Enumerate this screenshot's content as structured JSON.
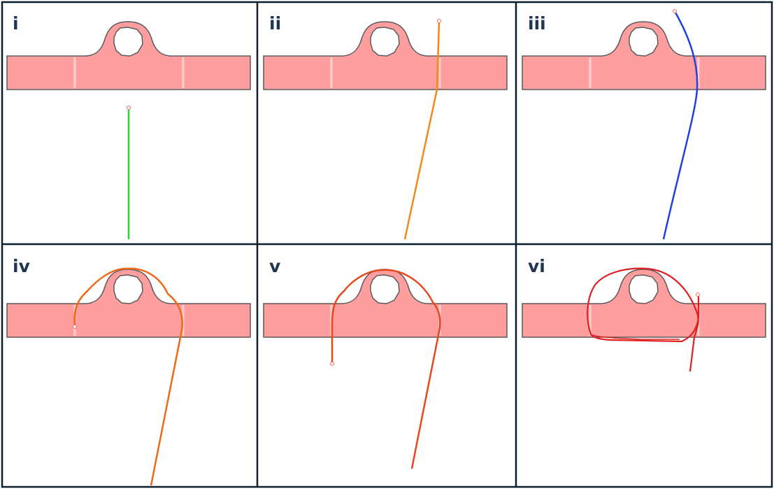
{
  "panels": [
    {
      "label": "i",
      "curve_color": "#2bd62b"
    },
    {
      "label": "ii",
      "curve_color": "#f08a1e"
    },
    {
      "label": "iii",
      "curve_color": "#2040e0"
    },
    {
      "label": "iv",
      "curve_color": "#ee6a1a"
    },
    {
      "label": "v",
      "curve_color": "#e8481e"
    },
    {
      "label": "vi",
      "curve_color": "#e02020"
    }
  ],
  "colors": {
    "board_fill": "#ff9e9e",
    "board_stroke": "#5a5a5a",
    "grid_border": "#0c1e2e",
    "endpoint": "#ff6666"
  }
}
